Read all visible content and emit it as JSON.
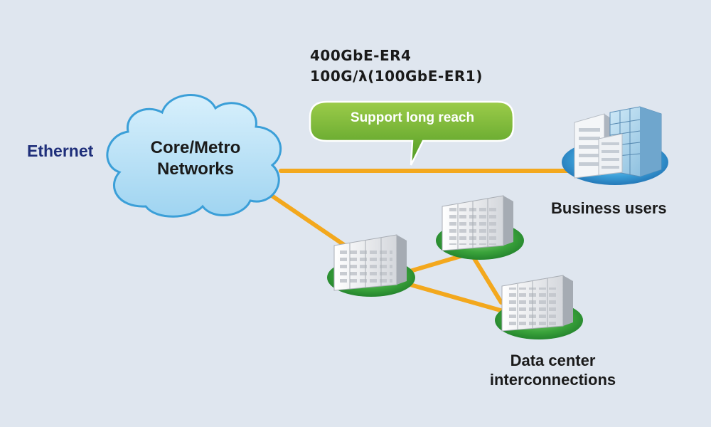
{
  "labels": {
    "ethernet": "Ethernet",
    "cloud_line1": "Core/Metro",
    "cloud_line2": "Networks",
    "spec_line1": "400GbE-ER4",
    "spec_line2": "100G/λ(100GbE-ER1)",
    "callout": "Support long reach",
    "business_users": "Business users",
    "dc_line1": "Data center",
    "dc_line2": "interconnections"
  },
  "colors": {
    "background": "#dfe6ef",
    "link": "#f3a81d",
    "cloud_fill": "#bfe3f6",
    "cloud_stroke": "#3b9fd8",
    "callout": "#6cae2d",
    "dc_pad": "#3ba33c",
    "business_pad": "#3b9fd8"
  },
  "icons": [
    "cloud-icon",
    "office-buildings-icon",
    "server-rack-icon"
  ]
}
